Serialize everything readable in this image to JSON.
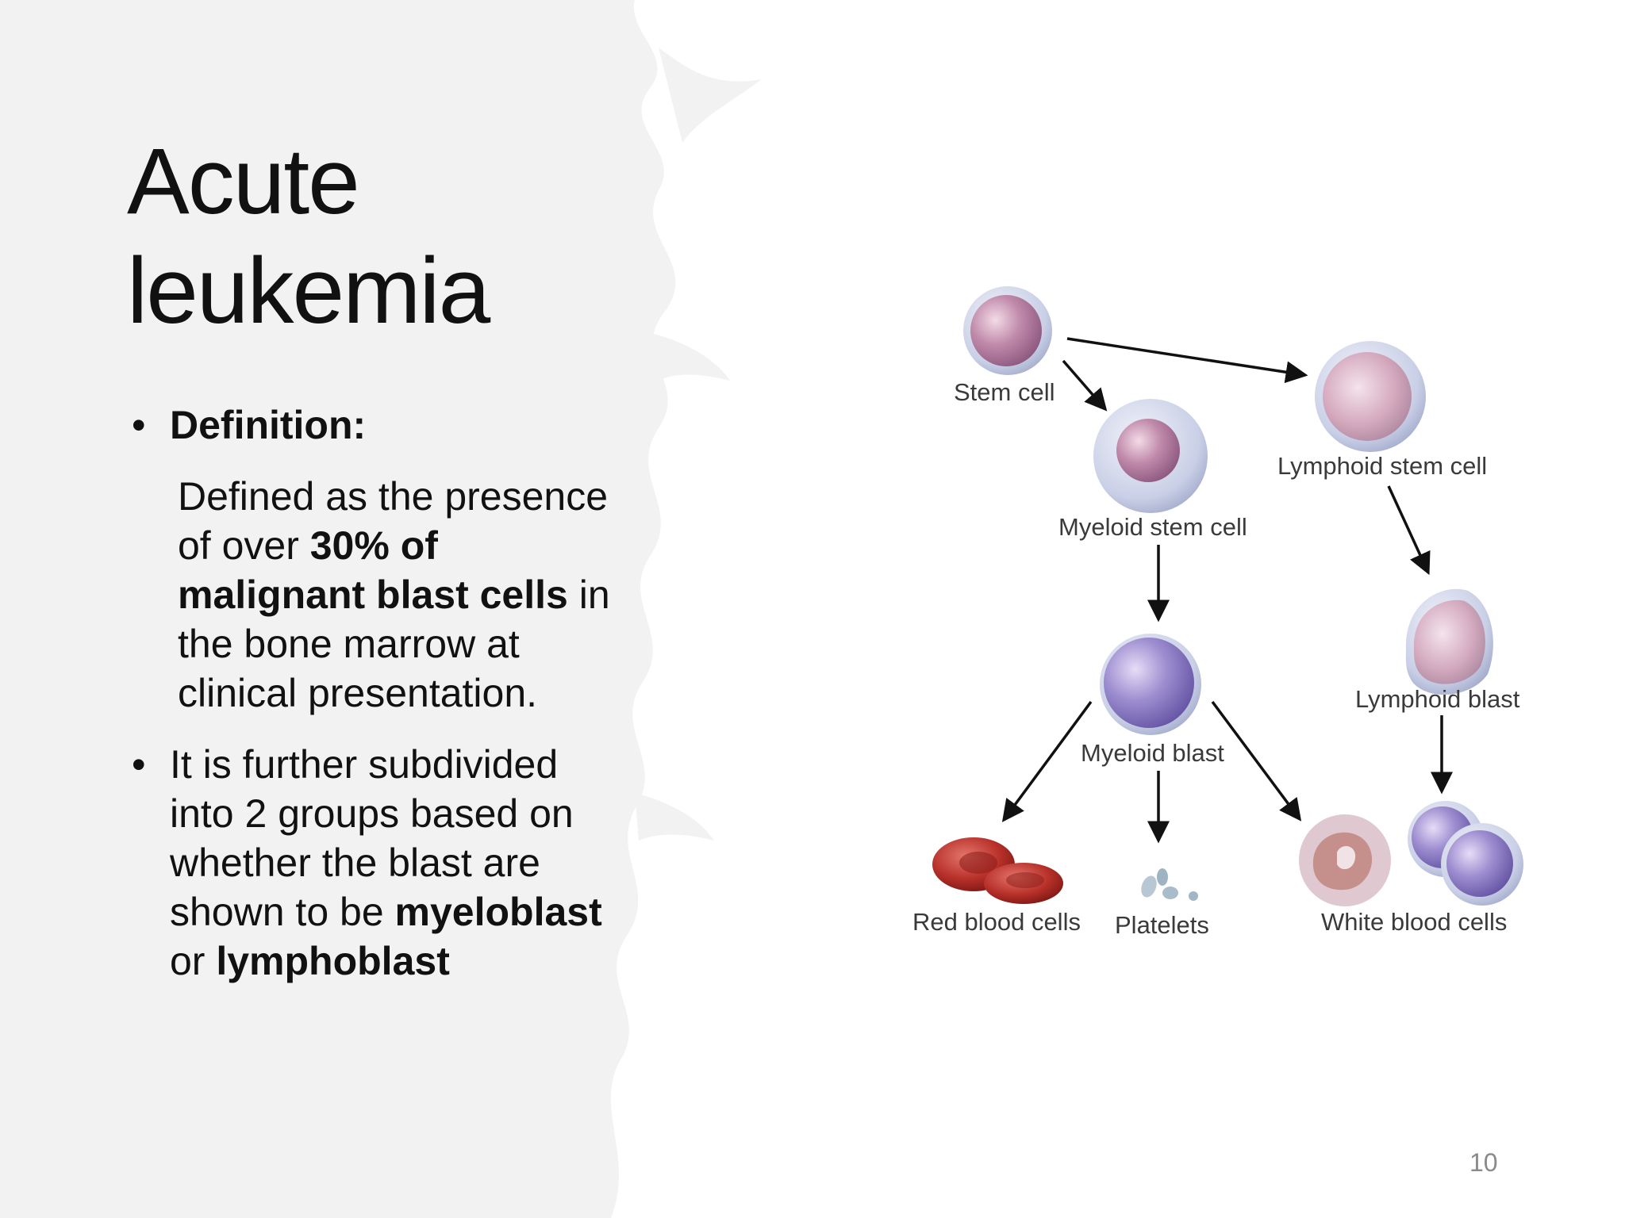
{
  "slide": {
    "title_line1": "Acute",
    "title_line2": "leukemia",
    "page_number": "10"
  },
  "content": {
    "bullet_symbol": "•",
    "definition_label": "Definition:",
    "definition_parts": {
      "p1": "Defined as the presence",
      "p2a": "of over ",
      "p2b": "30% of",
      "p3a": "malignant blast cells",
      "p3b": " in",
      "p4": "the bone marrow at",
      "p5": "clinical presentation."
    },
    "subdivision_parts": {
      "l1": "It is further subdivided",
      "l2": "into 2 groups based on",
      "l3": "whether the blast are",
      "l4a": "shown to be ",
      "l4b": "myeloblast",
      "l5a": "or ",
      "l5b": "lymphoblast"
    }
  },
  "diagram": {
    "labels": {
      "stem_cell": "Stem cell",
      "lymphoid_stem_cell": "Lymphoid stem cell",
      "myeloid_stem_cell": "Myeloid stem cell",
      "lymphoid_blast": "Lymphoid blast",
      "myeloid_blast": "Myeloid blast",
      "red_blood_cells": "Red blood cells",
      "platelets": "Platelets",
      "white_blood_cells": "White blood cells"
    }
  },
  "colors": {
    "background_left": "#f2f2f2",
    "background_right": "#ffffff",
    "text": "#111111",
    "stem_cell_nucleus": "#b07aa0",
    "blast_nucleus": "#8f7fc4",
    "red_blood_cell": "#b8312a"
  }
}
